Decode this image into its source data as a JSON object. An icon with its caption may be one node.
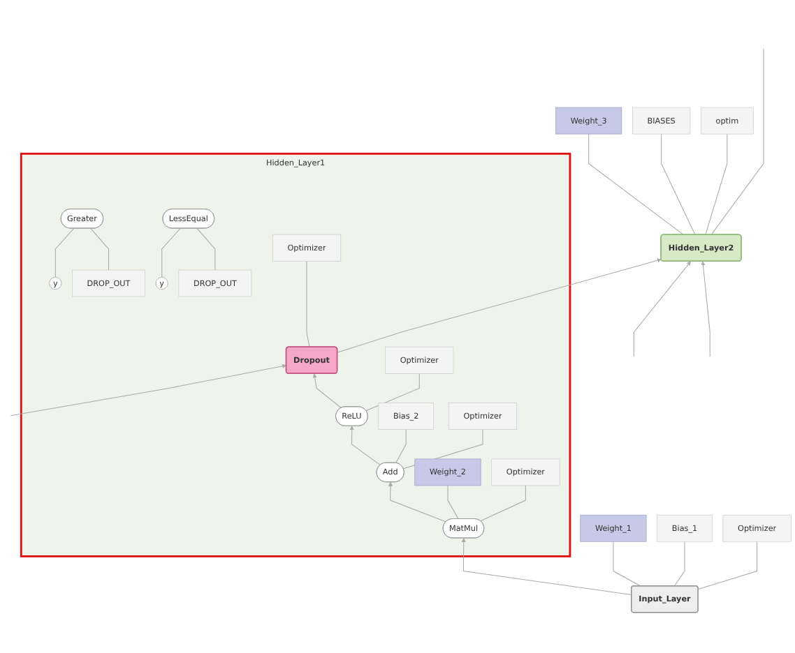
{
  "diagram": {
    "nodes": [
      {
        "text": [
          "Hidden_Layer2"
        ]
      },
      {
        "text": [
          "Weight_3"
        ]
      },
      {
        "text": [
          "BIASES"
        ]
      },
      {
        "text": [
          "optim"
        ]
      },
      {
        "text": [
          "Hidden_Layer1"
        ]
      },
      {
        "text": [
          "Dropout"
        ],
        "in": 4
      },
      {
        "text": [
          "Optimizer"
        ],
        "in": 4
      },
      {
        "text": [
          "ReLU"
        ],
        "in": 4
      },
      {
        "text": [
          "Optimizer"
        ],
        "in": 4
      },
      {
        "text": [
          "Add"
        ],
        "in": 4
      },
      {
        "text": [
          "Bias_2"
        ],
        "in": 4
      },
      {
        "text": [
          "Optimizer"
        ],
        "in": 4
      },
      {
        "text": [
          "MatMul"
        ],
        "in": 4
      },
      {
        "text": [
          "Weight_2"
        ],
        "in": 4
      },
      {
        "text": [
          "Optimizer"
        ],
        "in": 4
      },
      {
        "text": [
          "Greater"
        ],
        "in": 4
      },
      {
        "text": [
          "y"
        ],
        "in": 4
      },
      {
        "text": [
          "DROP_OUT"
        ],
        "in": 4
      },
      {
        "text": [
          "LessEqual"
        ],
        "in": 4
      },
      {
        "text": [
          "y"
        ],
        "in": 4
      },
      {
        "text": [
          "DROP_OUT"
        ],
        "in": 4
      },
      {
        "text": [
          "Input_Layer"
        ]
      },
      {
        "text": [
          "Weight_1"
        ]
      },
      {
        "text": [
          "Bias_1"
        ]
      },
      {
        "text": [
          "Optimizer"
        ]
      }
    ],
    "edges": [
      {
        "from": 1,
        "to": 0,
        "arrow": "none"
      },
      {
        "from": 2,
        "to": 0,
        "arrow": "none"
      },
      {
        "from": 3,
        "to": 0,
        "arrow": "none"
      },
      {
        "from": null,
        "to": 0,
        "arrow": "to"
      },
      {
        "from": null,
        "to": 0,
        "arrow": "to"
      },
      {
        "from": 0,
        "to": null,
        "arrow": "none"
      },
      {
        "from": 5,
        "to": 0,
        "arrow": "to"
      },
      {
        "from": 6,
        "to": 5,
        "arrow": "none"
      },
      {
        "from": 7,
        "to": 5,
        "arrow": "to"
      },
      {
        "from": 8,
        "to": 7,
        "arrow": "none"
      },
      {
        "from": 9,
        "to": 7,
        "arrow": "to"
      },
      {
        "from": 10,
        "to": 9,
        "arrow": "none"
      },
      {
        "from": 11,
        "to": 9,
        "arrow": "none"
      },
      {
        "from": 12,
        "to": 9,
        "arrow": "to"
      },
      {
        "from": 13,
        "to": 12,
        "arrow": "none"
      },
      {
        "from": 14,
        "to": 12,
        "arrow": "none"
      },
      {
        "from": 16,
        "to": 15,
        "arrow": "none"
      },
      {
        "from": 17,
        "to": 15,
        "arrow": "none"
      },
      {
        "from": 19,
        "to": 18,
        "arrow": "none"
      },
      {
        "from": 20,
        "to": 18,
        "arrow": "none"
      },
      {
        "from": 21,
        "to": 12,
        "arrow": "to"
      },
      {
        "from": null,
        "to": 5,
        "arrow": "to"
      },
      {
        "from": 22,
        "to": 21,
        "arrow": "none"
      },
      {
        "from": 23,
        "to": 21,
        "arrow": "none"
      },
      {
        "from": 24,
        "to": 21,
        "arrow": "none"
      }
    ]
  }
}
